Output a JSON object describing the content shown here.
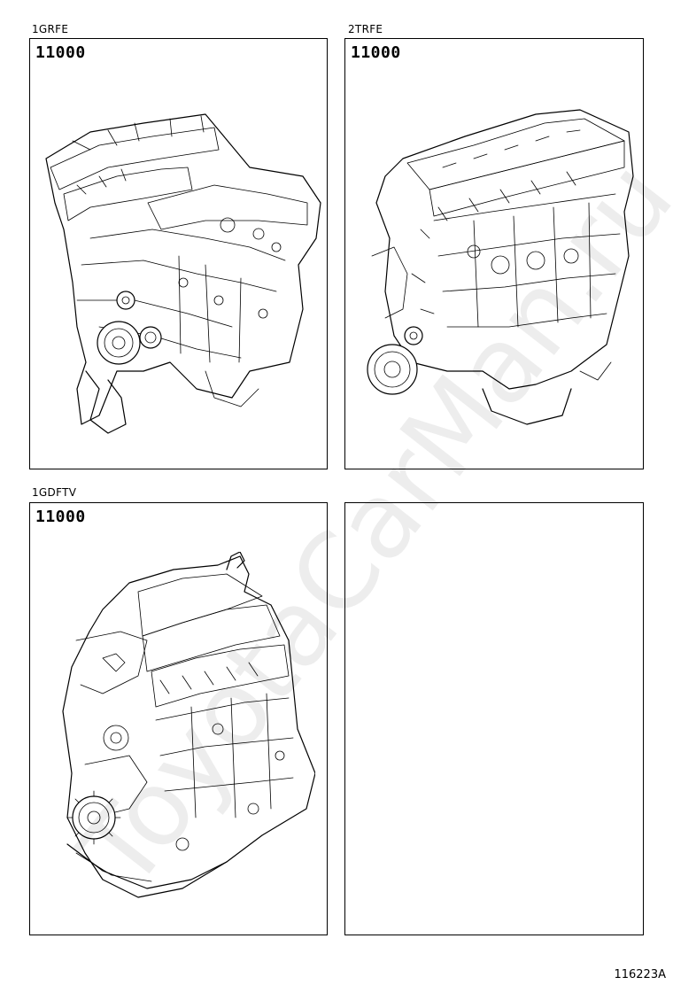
{
  "panels": [
    {
      "engine_code": "1GRFE",
      "part_number": "11000",
      "illustration": "v6-engine-assembly-icon"
    },
    {
      "engine_code": "2TRFE",
      "part_number": "11000",
      "illustration": "inline4-engine-assembly-icon"
    },
    {
      "engine_code": "1GDFTV",
      "part_number": "11000",
      "illustration": "diesel-engine-assembly-icon"
    },
    {
      "engine_code": "",
      "part_number": "",
      "illustration": ""
    }
  ],
  "watermark_text": "ToyotaCarMan.ru",
  "figure_code": "116223A"
}
